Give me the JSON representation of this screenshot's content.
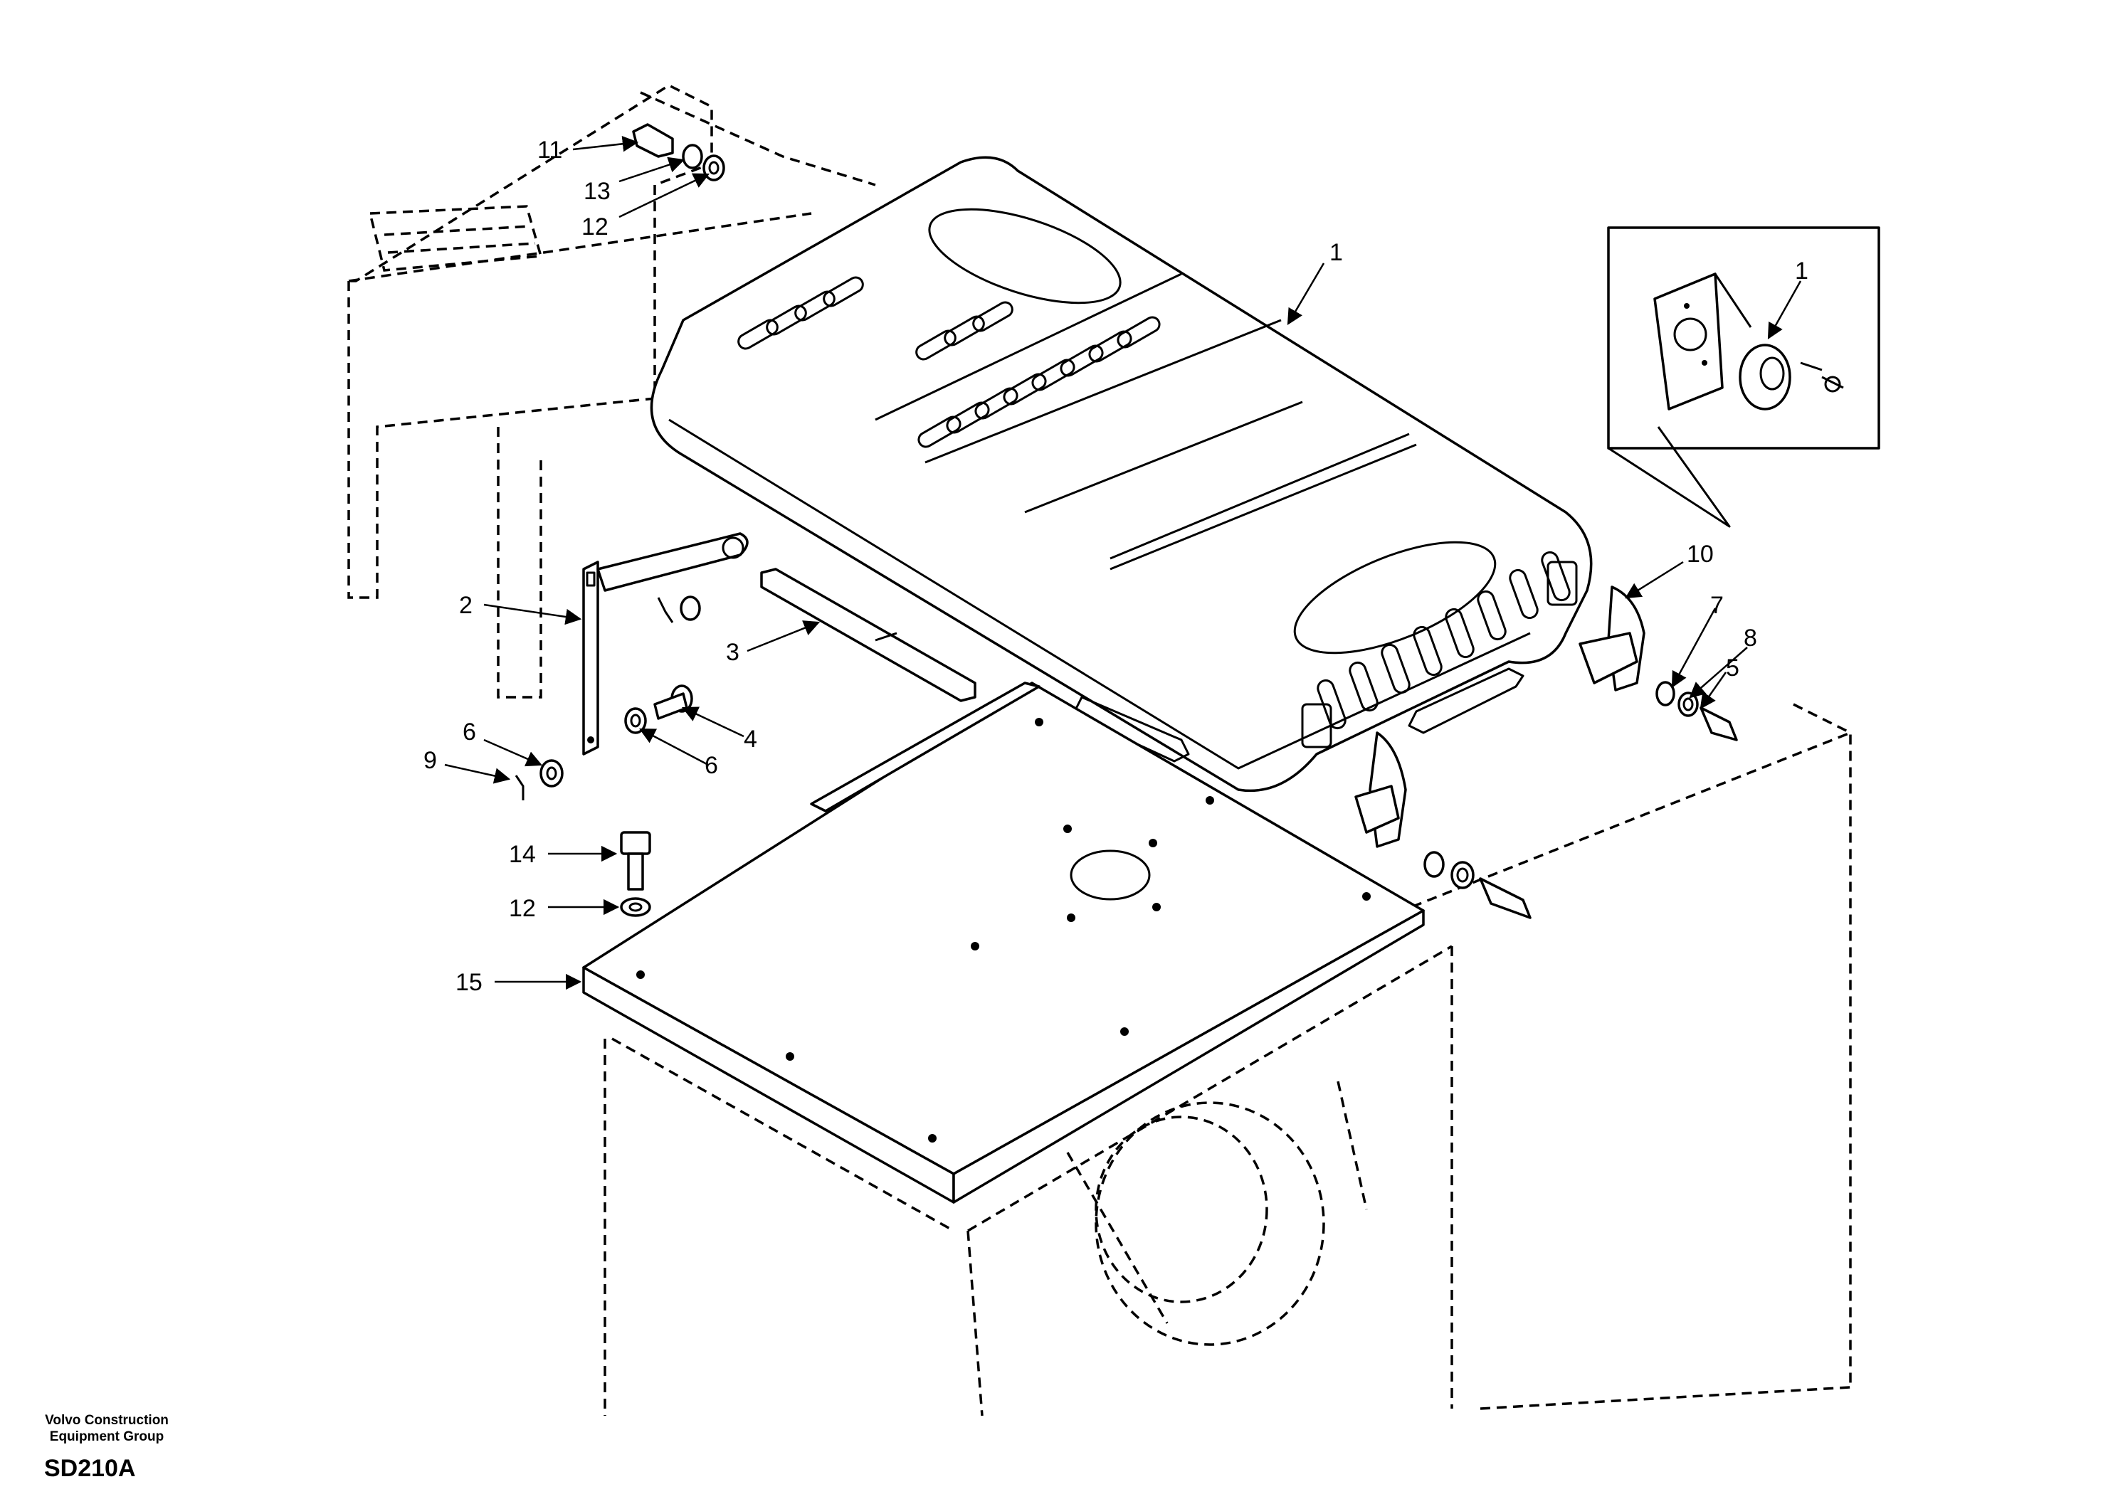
{
  "footer": {
    "company_line1": "Volvo Construction",
    "company_line2": "Equipment Group",
    "drawing_id": "SD210A"
  },
  "callouts": {
    "c1_main": "1",
    "c1_detail": "1",
    "c2": "2",
    "c3": "3",
    "c4": "4",
    "c5": "5",
    "c6_left": "6",
    "c6_right": "6",
    "c7": "7",
    "c8": "8",
    "c9": "9",
    "c10": "10",
    "c11": "11",
    "c12_top": "12",
    "c12_bottom": "12",
    "c13": "13",
    "c14": "14",
    "c15": "15"
  }
}
